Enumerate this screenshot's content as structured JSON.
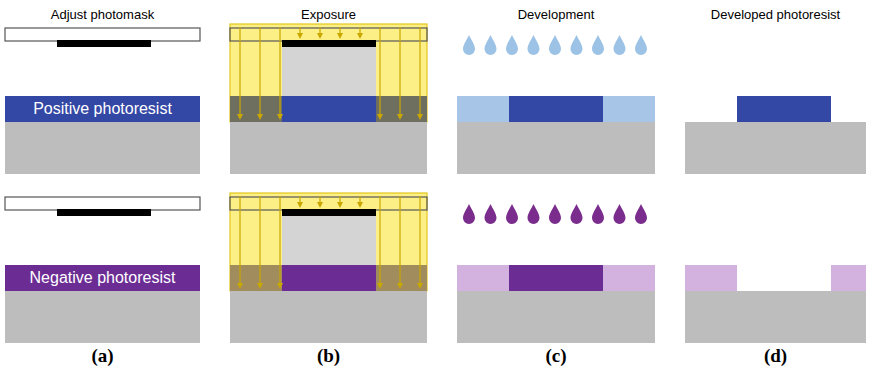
{
  "diagram": {
    "nodes": [
      {
        "text": [
          "Positive photoresist"
        ]
      },
      {
        "text": [
          "Negative photoresist"
        ]
      }
    ],
    "labels": [
      "Adjust photomask",
      "Exposure",
      "Development",
      "Developed photoresist",
      "(a)",
      "(b)",
      "(c)",
      "(d)"
    ]
  }
}
